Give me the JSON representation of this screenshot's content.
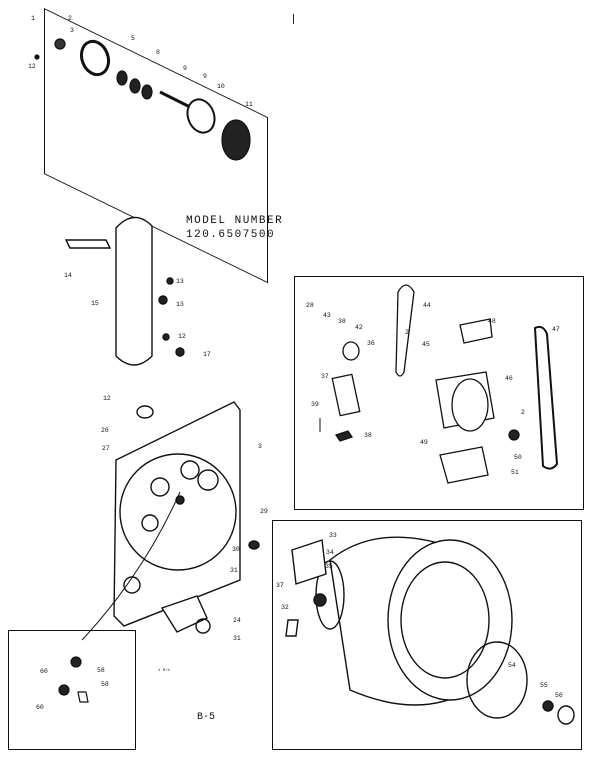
{
  "diagram": {
    "model_heading": "MODEL NUMBER",
    "model_number": "120.6507500",
    "page_code": "B-5",
    "small_mark": "1 6/1",
    "callouts": {
      "drum_bearing": [
        "1",
        "2",
        "3",
        "5",
        "8",
        "9",
        "9",
        "10",
        "11",
        "12"
      ],
      "exhaust_and_bulkhead": [
        "14",
        "15",
        "13",
        "13",
        "12",
        "17",
        "12",
        "26",
        "27",
        "3",
        "30",
        "31",
        "24",
        "31"
      ],
      "motor_panel": [
        "28",
        "43",
        "38",
        "42",
        "36",
        "44",
        "2",
        "45",
        "37",
        "39",
        "38",
        "48",
        "47",
        "46",
        "2",
        "49",
        "50",
        "51"
      ],
      "drum_panel": [
        "29",
        "33",
        "34",
        "35",
        "37",
        "32",
        "54",
        "55",
        "56"
      ],
      "inset": [
        "60",
        "58",
        "60",
        "58"
      ]
    }
  }
}
